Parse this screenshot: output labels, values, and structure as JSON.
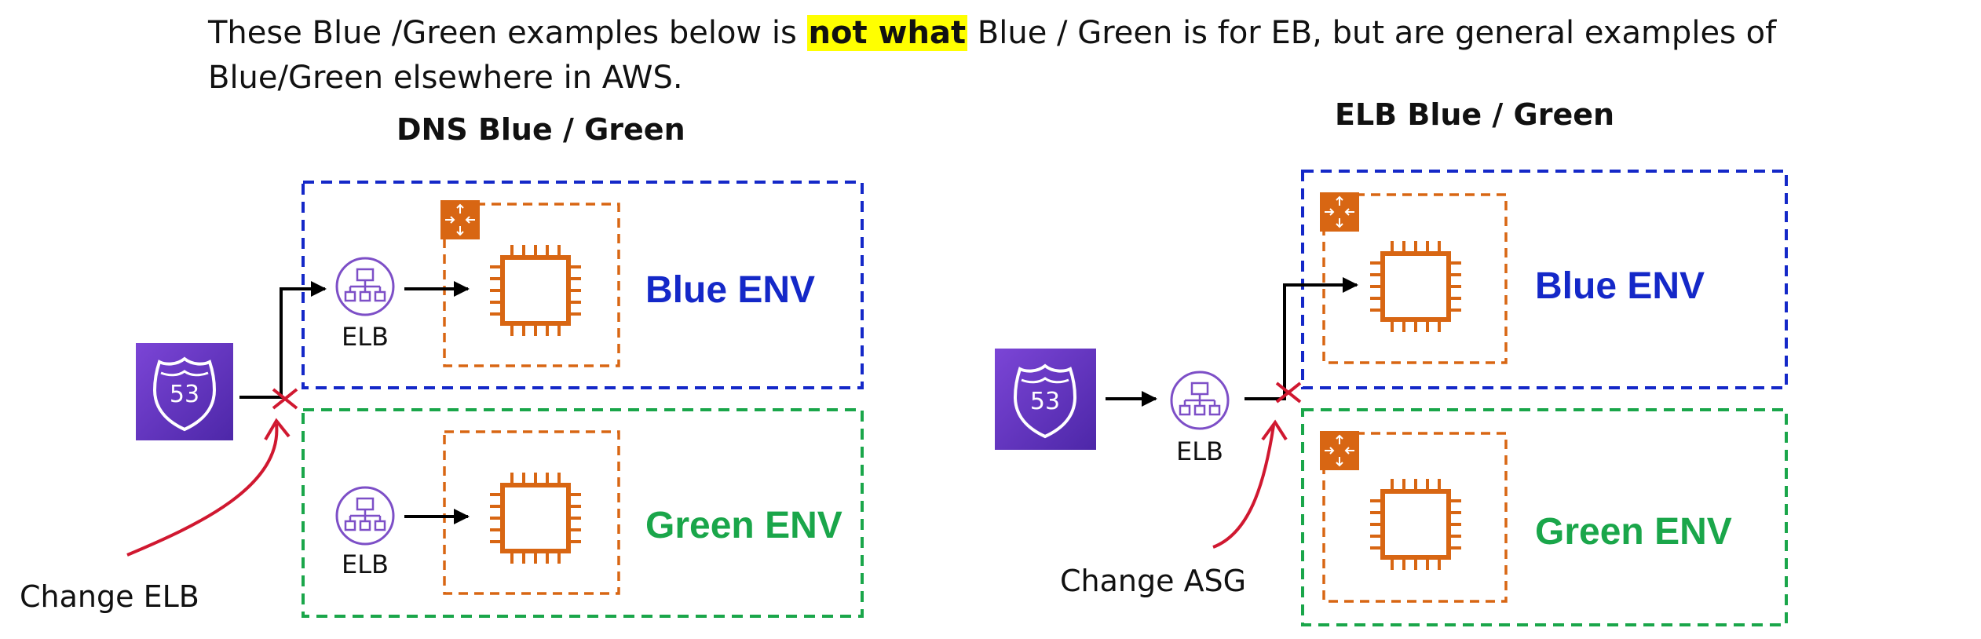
{
  "intro": {
    "text_before": "These Blue /Green examples below  is ",
    "highlight": "not what",
    "text_after": "  Blue / Green is for EB, but are general examples of",
    "line2": "Blue/Green elsewhere in AWS."
  },
  "dns_section": {
    "heading": "DNS Blue / Green",
    "blue_env_label": "Blue ENV",
    "green_env_label": "Green ENV",
    "elb_label_blue": "ELB",
    "elb_label_green": "ELB",
    "route53_number": "53",
    "annotation": "Change ELB"
  },
  "elb_section": {
    "heading": "ELB Blue /  Green",
    "blue_env_label": "Blue ENV",
    "green_env_label": "Green ENV",
    "elb_label": "ELB",
    "route53_number": "53",
    "annotation": "Change ASG"
  },
  "colors": {
    "blue": "#1428c8",
    "green": "#1aa64a",
    "orange": "#d86613",
    "purple": "#7d4fc7",
    "route53_gradient_top": "#7b45d6",
    "route53_gradient_bottom": "#4d27a8",
    "annotation_red": "#d01830",
    "highlight": "#ffff00"
  }
}
